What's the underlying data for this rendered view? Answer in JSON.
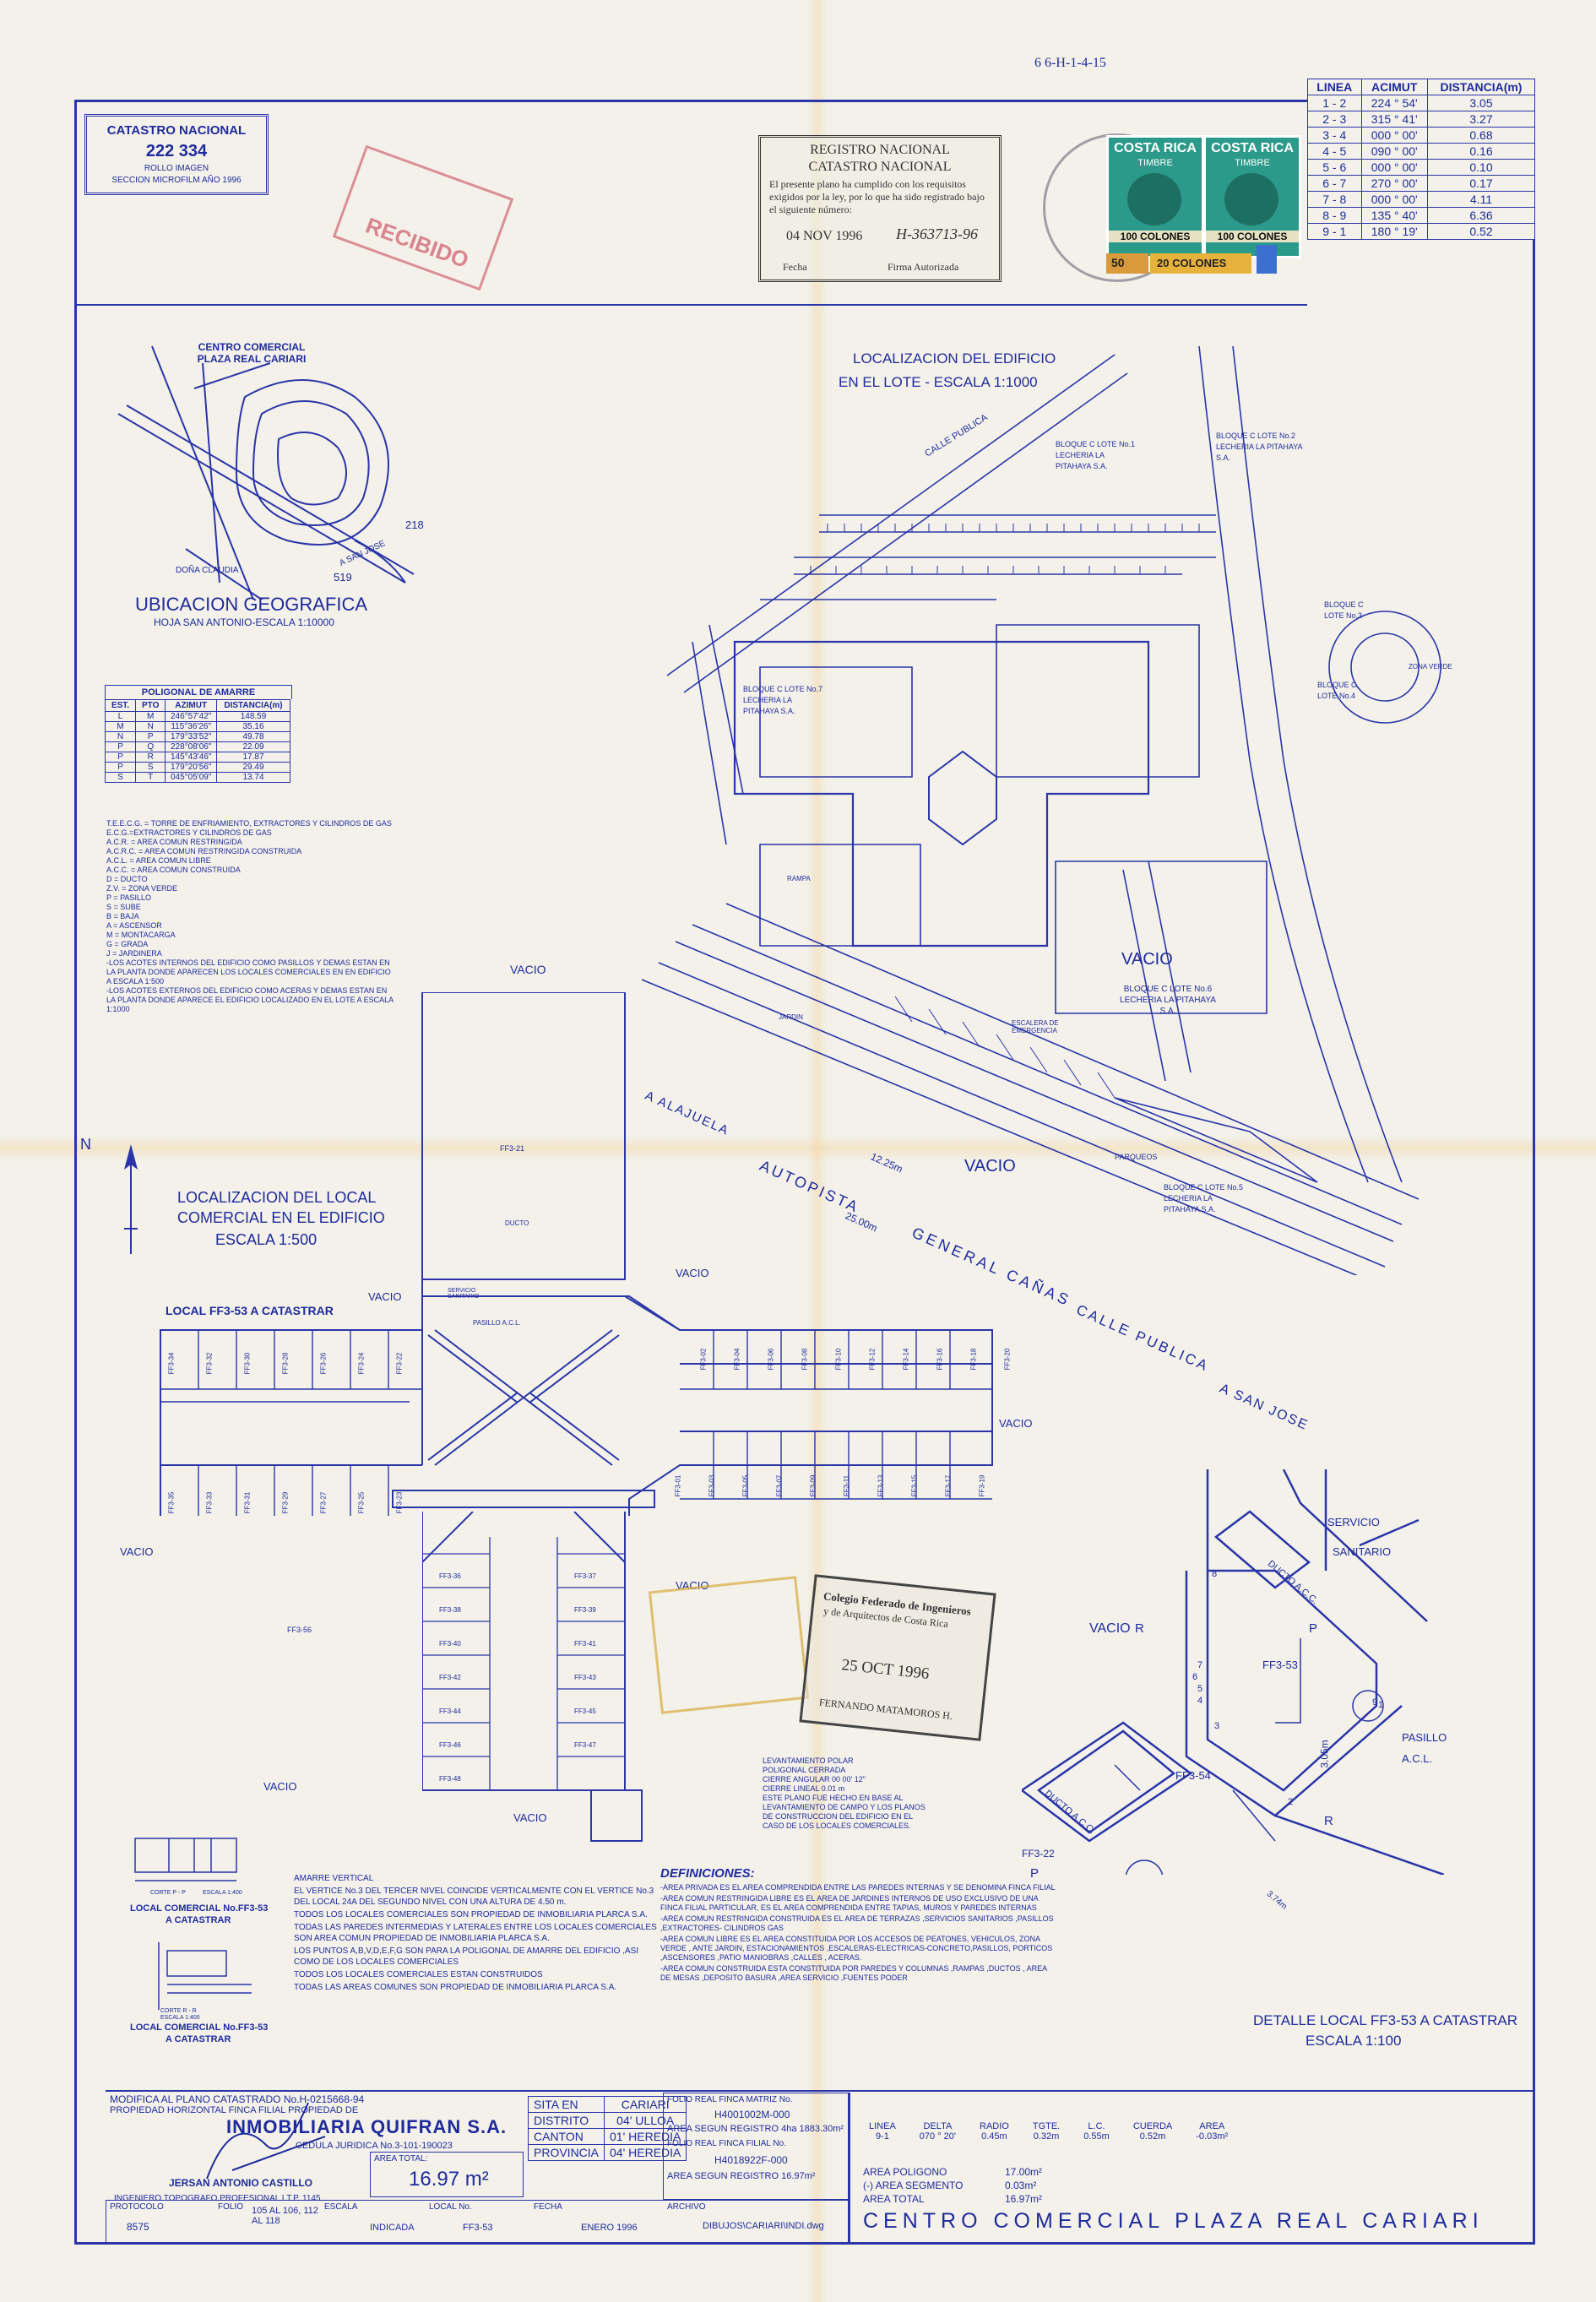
{
  "top_ref": "6 6-H-1-4-15",
  "catastro": {
    "title": "CATASTRO NACIONAL",
    "number": "222 334",
    "line1": "ROLLO IMAGEN",
    "line2": "SECCION MICROFILM AÑO 1996"
  },
  "registro": {
    "title1": "REGISTRO NACIONAL",
    "title2": "CATASTRO NACIONAL",
    "body": "El presente plano ha cumplido con los requisitos exigidos por la ley, por lo que ha sido registrado bajo el siguiente número:",
    "date": "04 NOV 1996",
    "number": "H-363713-96",
    "fecha_label": "Fecha",
    "firma_label": "Firma Autorizada"
  },
  "stamps": {
    "costa_rica": "COSTA RICA",
    "timbre": "TIMBRE",
    "value1": "100 COLONES",
    "value2": "20 COLONES",
    "value3": "50",
    "red_text": "RECIBIDO"
  },
  "line_table": {
    "headers": [
      "LINEA",
      "ACIMUT",
      "DISTANCIA(m)"
    ],
    "rows": [
      [
        "1 - 2",
        "224 ° 54'",
        "3.05"
      ],
      [
        "2 - 3",
        "315 ° 41'",
        "3.27"
      ],
      [
        "3 - 4",
        "000 ° 00'",
        "0.68"
      ],
      [
        "4 - 5",
        "090 ° 00'",
        "0.16"
      ],
      [
        "5 - 6",
        "000 ° 00'",
        "0.10"
      ],
      [
        "6 - 7",
        "270 ° 00'",
        "0.17"
      ],
      [
        "7 - 8",
        "000 ° 00'",
        "4.11"
      ],
      [
        "8 - 9",
        "135 ° 40'",
        "6.36"
      ],
      [
        "9 - 1",
        "180 ° 19'",
        "0.52"
      ]
    ]
  },
  "ubicacion": {
    "title": "UBICACION GEOGRAFICA",
    "subtitle": "HOJA SAN ANTONIO-ESCALA 1:10000",
    "label_cc": "CENTRO COMERCIAL PLAZA REAL CARIARI",
    "num1": "218",
    "num2": "519",
    "road1": "DOÑA CLAUDIA",
    "road2": "A SAN JOSE"
  },
  "poligonal": {
    "title": "POLIGONAL DE AMARRE",
    "headers": [
      "EST.",
      "PTO",
      "AZIMUT",
      "DISTANCIA(m)"
    ],
    "rows": [
      [
        "L",
        "M",
        "246°57'42\"",
        "148.59"
      ],
      [
        "M",
        "N",
        "115°36'26\"",
        "35.16"
      ],
      [
        "N",
        "P",
        "179°33'52\"",
        "49.78"
      ],
      [
        "P",
        "Q",
        "228°08'06\"",
        "22.09"
      ],
      [
        "P",
        "R",
        "145°43'46\"",
        "17.87"
      ],
      [
        "P",
        "S",
        "179°20'56\"",
        "29.49"
      ],
      [
        "S",
        "T",
        "045°05'09\"",
        "13.74"
      ]
    ]
  },
  "legend_lines": [
    "T.E.E.C.G. = TORRE DE ENFRIAMIENTO, EXTRACTORES Y CILINDROS DE GAS",
    "E.C.G.=EXTRACTORES Y CILINDROS DE GAS",
    "A.C.R. = AREA COMUN RESTRINGIDA",
    "A.C.R.C. = AREA COMUN RESTRINGIDA CONSTRUIDA",
    "A.C.L. = AREA COMUN LIBRE",
    "A.C.C. = AREA COMUN CONSTRUIDA",
    "D = DUCTO",
    "Z.V. = ZONA VERDE",
    "P = PASILLO",
    "S = SUBE",
    "B = BAJA",
    "A = ASCENSOR",
    "M = MONTACARGA",
    "G = GRADA",
    "J = JARDINERA",
    "-LOS ACOTES INTERNOS DEL EDIFICIO COMO PASILLOS Y DEMAS ESTAN EN LA PLANTA DONDE APARECEN LOS LOCALES COMERCIALES EN EN EDIFICIO A ESCALA 1:500",
    "-LOS ACOTES EXTERNOS DEL EDIFICIO COMO ACERAS Y DEMAS ESTAN EN LA PLANTA DONDE APARECE EL EDIFICIO LOCALIZADO EN EL LOTE A ESCALA 1:1000"
  ],
  "lote": {
    "title": "LOCALIZACION DEL EDIFICIO",
    "subtitle": "EN EL LOTE - ESCALA 1:1000",
    "calle_publica": "CALLE PUBLICA",
    "bloque_c_1": "BLOQUE C LOTE No.1 LECHERIA LA PITAHAYA S.A.",
    "bloque_c_2": "BLOQUE C LOTE No.2 LECHERIA LA PITAHAYA S.A.",
    "bloque_c_3": "BLOQUE C LOTE No.3",
    "bloque_c_4": "BLOQUE C LOTE No.4",
    "bloque_c_6": "BLOQUE C LOTE No.6 LECHERIA LA PITAHAYA S.A.",
    "bloque_c_5": "BLOQUE C LOTE No.5 LECHERIA LA PITAHAYA S.A.",
    "bloque_c_7": "BLOQUE C LOTE No.7 LECHERIA LA PITAHAYA S.A.",
    "vacio": "VACIO",
    "parqueos": "PARQUEOS",
    "zona_verde": "ZONA VERDE",
    "autopista": "AUTOPISTA",
    "general_canas": "GENERAL CAÑAS",
    "a_alajuela": "A ALAJUELA",
    "a_san_jose": "A SAN JOSE",
    "calle_publica2": "CALLE PUBLICA",
    "dist1": "12.25m",
    "dist2": "25.00m",
    "escalera": "ESCALERA DE EMERGENCIA",
    "rampa": "RAMPA",
    "jardin": "JARDIN"
  },
  "local": {
    "title1": "LOCALIZACION DEL LOCAL",
    "title2": "COMERCIAL EN EL EDIFICIO",
    "title3": "ESCALA 1:500",
    "catastrar": "LOCAL FF3-53 A CATASTRAR",
    "vacio": "VACIO",
    "north": "N",
    "ff3_21": "FF3-21",
    "ff3_56": "FF3-56",
    "pasillo": "PASILLO A.C.L.",
    "ducto": "DUCTO",
    "servicio": "SERVICIO SANITARIO",
    "top_units": [
      "FF3-34",
      "FF3-32",
      "FF3-30",
      "FF3-28",
      "FF3-26",
      "FF3-24",
      "FF3-22"
    ],
    "bot_units": [
      "FF3-35",
      "FF3-33",
      "FF3-31",
      "FF3-29",
      "FF3-27",
      "FF3-25",
      "FF3-23"
    ],
    "right_top_units": [
      "FF3-02",
      "FF3-04",
      "FF3-06",
      "FF3-08",
      "FF3-10",
      "FF3-12",
      "FF3-14",
      "FF3-16",
      "FF3-18",
      "FF3-20"
    ],
    "right_bot_units": [
      "FF3-01",
      "FF3-03",
      "FF3-05",
      "FF3-07",
      "FF3-09",
      "FF3-11",
      "FF3-13",
      "FF3-15",
      "FF3-17",
      "FF3-19"
    ],
    "south_left_units": [
      "FF3-36",
      "FF3-38",
      "FF3-40",
      "FF3-42",
      "FF3-44",
      "FF3-46",
      "FF3-48"
    ],
    "south_right_units": [
      "FF3-37",
      "FF3-39",
      "FF3-41",
      "FF3-43",
      "FF3-45",
      "FF3-47"
    ]
  },
  "small_plan1": {
    "title1": "LOCAL COMERCIAL No.FF3-53",
    "title2": "A CATASTRAR",
    "corte": "CORTE P - P",
    "escala": "ESCALA 1:400"
  },
  "small_plan2": {
    "title1": "LOCAL COMERCIAL No.FF3-53",
    "title2": "A CATASTRAR",
    "corte": "CORTE R - R",
    "escala": "ESCALA 1:400"
  },
  "notas": [
    "AMARRE VERTICAL",
    "EL VERTICE No.3 DEL TERCER NIVEL COINCIDE VERTICALMENTE CON EL VERTICE No.3 DEL LOCAL 24A DEL SEGUNDO NIVEL CON UNA ALTURA DE 4.50 m.",
    "TODOS LOS LOCALES COMERCIALES SON PROPIEDAD DE INMOBILIARIA PLARCA S.A.",
    "TODAS LAS PAREDES INTERMEDIAS Y LATERALES ENTRE LOS LOCALES COMERCIALES SON AREA COMUN PROPIEDAD DE INMOBILIARIA PLARCA S.A.",
    "LOS PUNTOS A,B,V,D,E,F,G SON PARA LA POLIGONAL DE AMARRE DEL EDIFICIO ,ASI COMO DE LOS LOCALES COMERCIALES",
    "TODOS LOS LOCALES COMERCIALES ESTAN CONSTRUIDOS",
    "TODAS LAS AREAS COMUNES SON PROPIEDAD DE INMOBILIARIA PLARCA S.A."
  ],
  "levantamiento": [
    "LEVANTAMIENTO POLAR",
    "POLIGONAL CERRADA",
    "CIERRE ANGULAR 00 00' 12\"",
    "CIERRE LINEAL 0.01 m",
    "ESTE PLANO FUE HECHO EN BASE AL LEVANTAMIENTO DE CAMPO Y LOS PLANOS DE CONSTRUCCION DEL EDIFICIO EN EL CASO DE LOS LOCALES COMERCIALES."
  ],
  "definiciones": {
    "title": "DEFINICIONES:",
    "items": [
      "-AREA PRIVADA ES EL AREA COMPRENDIDA ENTRE LAS PAREDES INTERNAS Y SE DENOMINA FINCA FILIAL",
      "-AREA COMUN RESTRINGIDA LIBRE ES EL AREA DE JARDINES INTERNOS DE USO EXCLUSIVO DE UNA FINCA FILIAL PARTICULAR, ES EL AREA COMPRENDIDA ENTRE TAPIAS, MUROS Y PAREDES INTERNAS",
      "-AREA COMUN RESTRINGIDA CONSTRUIDA ES EL AREA DE TERRAZAS ,SERVICIOS SANITARIOS ,PASILLOS ,EXTRACTORES- CILINDROS GAS",
      "-AREA COMUN LIBRE ES EL AREA CONSTITUIDA POR LOS ACCESOS DE PEATONES, VEHICULOS, ZONA VERDE , ANTE JARDIN, ESTACIONAMIENTOS ,ESCALERAS-ELECTRICAS-CONCRETO,PASILLOS, PORTICOS ,ASCENSORES ,PATIO MANIOBRAS ,CALLES , ACERAS.",
      "-AREA COMUN CONSTRUIDA ESTA CONSTITUIDA POR PAREDES Y COLUMNAS ,RAMPAS ,DUCTOS , AREA DE MESAS ,DEPOSITO BASURA ,AREA SERVICIO ,FUENTES PODER"
    ]
  },
  "colegio": {
    "line1": "Colegio Federado de Ingenieros",
    "line2": "y de Arquitectos de Costa Rica",
    "date": "25 OCT 1996",
    "name": "FERNANDO MATAMOROS H."
  },
  "detalle": {
    "title1": "DETALLE LOCAL FF3-53 A CATASTRAR",
    "title2": "ESCALA 1:100",
    "servicio": "SERVICIO",
    "sanitario": "SANITARIO",
    "ducto1": "DUCTO A.C.C.",
    "ducto2": "DUCTO A.C.C.",
    "vacio": "VACIO",
    "ff3_53": "FF3-53",
    "ff3_54": "FF3-54",
    "ff3_22": "FF3-22",
    "pasillo": "PASILLO",
    "acl": "A.C.L.",
    "dim1": "3.05m",
    "dim2": "3.74m",
    "p": "P",
    "r": "R",
    "pts": [
      "1",
      "2",
      "3",
      "4",
      "5",
      "6",
      "7",
      "8",
      "9"
    ]
  },
  "title_block": {
    "modifica": "MODIFICA AL PLANO CATASTRADO No.H-0215668-94",
    "propiedad": "PROPIEDAD HORIZONTAL FINCA FILIAL PROPIEDAD DE",
    "owner": "INMOBILIARIA QUIFRAN S.A.",
    "cedula": "CEDULA JURIDICA No.3-101-190023",
    "ingeniero_name": "JERSAN ANTONIO CASTILLO",
    "ingeniero_title": "INGENIERO TOPOGRAFO PROFESIONAL I.T.P. 1145",
    "area_total_label": "AREA TOTAL:",
    "area_total": "16.97 m²",
    "protocolo_label": "PROTOCOLO",
    "protocolo": "8575",
    "folio_label": "FOLIO",
    "folio": "105 AL 106, 112 AL 118",
    "escala_label": "ESCALA",
    "escala": "INDICADA",
    "local_label": "LOCAL No.",
    "local": "FF3-53",
    "fecha_label": "FECHA",
    "fecha": "ENERO 1996",
    "sita_en": "SITA EN",
    "sita": "CARIARI",
    "distrito_label": "DISTRITO",
    "distrito": "04' ULLOA",
    "canton_label": "CANTON",
    "canton": "01' HEREDIA",
    "provincia_label": "PROVINCIA",
    "provincia": "04' HEREDIA",
    "folio_matriz_label": "FOLIO REAL FINCA MATRIZ No.",
    "folio_matriz": "H4001002M-000",
    "area_registro1": "AREA SEGUN REGISTRO 4ha 1883.30m²",
    "folio_filial_label": "FOLIO REAL FINCA FILIAL No.",
    "folio_filial": "H4018922F-000",
    "area_registro2": "AREA SEGUN REGISTRO 16.97m²",
    "archivo_label": "ARCHIVO",
    "archivo": "DIBUJOS\\CARIARI\\INDI.dwg",
    "curve_headers": [
      "LINEA",
      "DELTA",
      "RADIO",
      "TGTE.",
      "L.C.",
      "CUERDA",
      "AREA"
    ],
    "curve_row": [
      "9-1",
      "070 ° 20'",
      "0.45m",
      "0.32m",
      "0.55m",
      "0.52m",
      "-0.03m²"
    ],
    "area_poligono_label": "AREA POLIGONO",
    "area_poligono": "17.00m²",
    "area_segmento_label": "(-) AREA SEGMENTO",
    "area_segmento": "0.03m²",
    "area_total2_label": "AREA TOTAL",
    "area_total2": "16.97m²",
    "project": "CENTRO COMERCIAL PLAZA REAL CARIARI"
  }
}
